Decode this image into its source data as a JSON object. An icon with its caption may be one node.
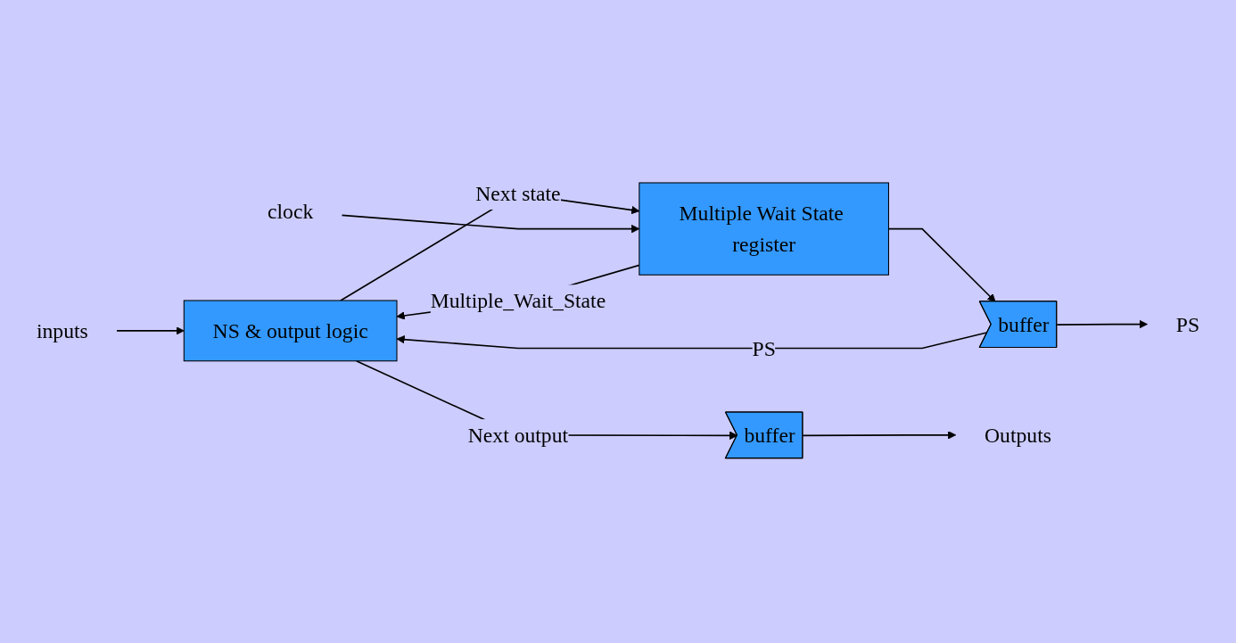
{
  "diagram": {
    "nodes": [
      {
        "text": [
          "NS & output logic"
        ]
      },
      {
        "text": [
          "Multiple Wait State register"
        ]
      },
      {
        "text": [
          "buffer"
        ]
      },
      {
        "text": [
          "buffer"
        ]
      },
      {
        "text": [
          "inputs"
        ]
      },
      {
        "text": [
          "clock"
        ]
      },
      {
        "text": [
          "PS"
        ]
      },
      {
        "text": [
          "Outputs"
        ]
      }
    ],
    "edges": [
      {
        "from": 4,
        "to": 0,
        "arrow": "to"
      },
      {
        "from": 0,
        "to": 1,
        "label": "Next state",
        "arrow": "to"
      },
      {
        "from": 1,
        "to": 2,
        "arrow": "to"
      },
      {
        "from": 1,
        "to": 0,
        "label": "Multiple_Wait_State",
        "arrow": "to"
      },
      {
        "from": 2,
        "to": 0,
        "label": "PS",
        "arrow": "to"
      },
      {
        "from": 2,
        "to": 6,
        "arrow": "to"
      },
      {
        "from": 5,
        "to": 1,
        "arrow": "to"
      },
      {
        "from": 0,
        "to": 3,
        "label": "Next output",
        "arrow": "to"
      },
      {
        "from": 3,
        "to": 7,
        "arrow": "to"
      }
    ]
  }
}
